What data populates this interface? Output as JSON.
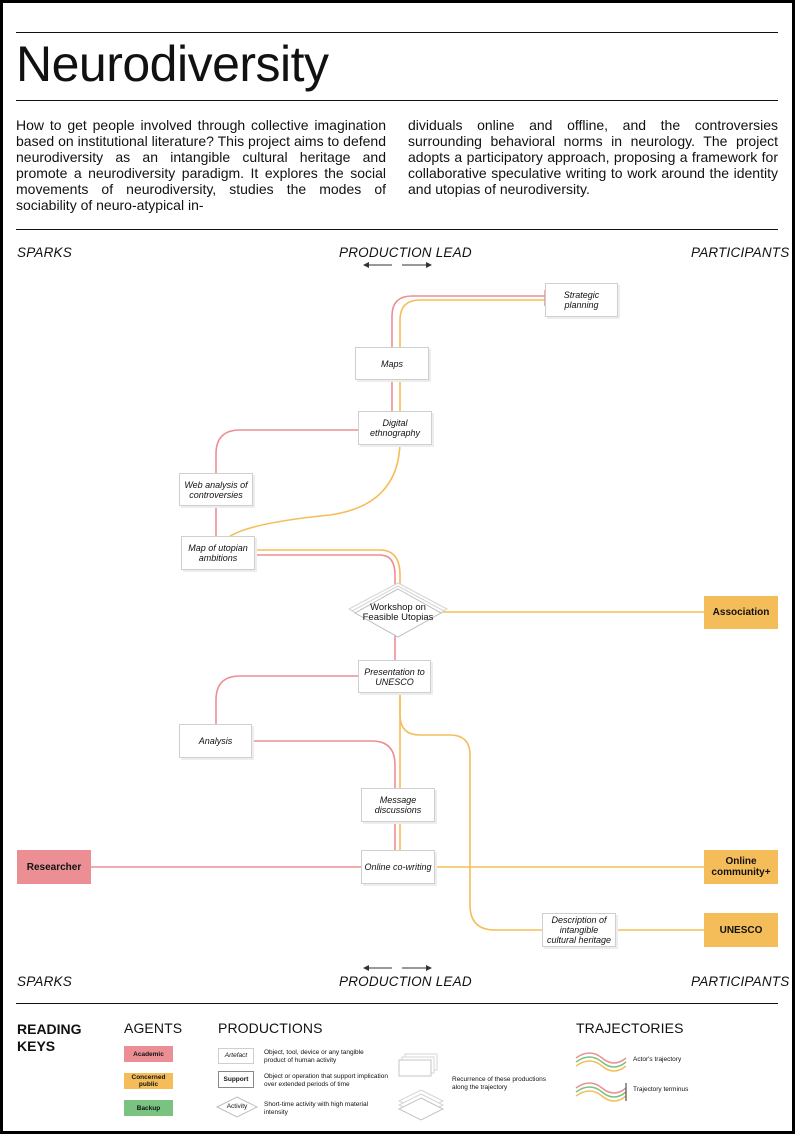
{
  "title": "Neurodiversity",
  "intro": {
    "col1": "How to get people involved through collective imagination based on institutional literature? This project aims to defend neurodiversity as an intangible cultural heritage and promote a neurodiversity paradigm. It explores the social movements of neurodiversity, studies the modes of sociability of neuro-atypical in-",
    "col2": "dividuals online and offline, and the controversies surrounding behavioral norms in neurology. The project adopts a participatory approach, proposing a framework for collaborative speculative writing to work around the identity and utopias of neurodiversity."
  },
  "lanes": {
    "sparks": "SPARKS",
    "production_lead": "PRODUCTION LEAD",
    "participants": "PARTICIPANTS"
  },
  "nodes": {
    "strategic_planning": "Strategic planning",
    "maps": "Maps",
    "digital_ethnography": "Digital ethnography",
    "web_analysis": "Web analysis of controversies",
    "map_utopian": "Map of utopian ambitions",
    "workshop": "Workshop on Feasible Utopias",
    "presentation": "Presentation to UNESCO",
    "analysis": "Analysis",
    "message_discussions": "Message discussions",
    "online_cowriting": "Online co-writing",
    "description_heritage": "Description of intangible cultural heritage"
  },
  "agents": {
    "researcher": "Researcher",
    "association": "Association",
    "online_community": "Online community+",
    "unesco": "UNESCO"
  },
  "keys": {
    "reading_keys": "READING KEYS",
    "agents_head": "AGENTS",
    "agent_academic": "Academic",
    "agent_public": "Concerned public",
    "agent_backup": "Backup",
    "productions_head": "PRODUCTIONS",
    "artefact_label": "Artefact",
    "artefact_desc": "Object, tool, device or any tangible product of human activity",
    "support_label": "Support",
    "support_desc": "Object or operation that support implication over extended periods of time",
    "activity_label": "Activity",
    "activity_desc": "Short-time activity with high material intensity",
    "recurrence_desc": "Recurrence of these productions along the trajectory",
    "trajectories_head": "TRAJECTORIES",
    "actor_trajectory": "Actor's trajectory",
    "trajectory_terminus": "Trajectory terminus"
  },
  "colors": {
    "academic": "#ec8f94",
    "public": "#f5bd59",
    "backup": "#79c280"
  }
}
